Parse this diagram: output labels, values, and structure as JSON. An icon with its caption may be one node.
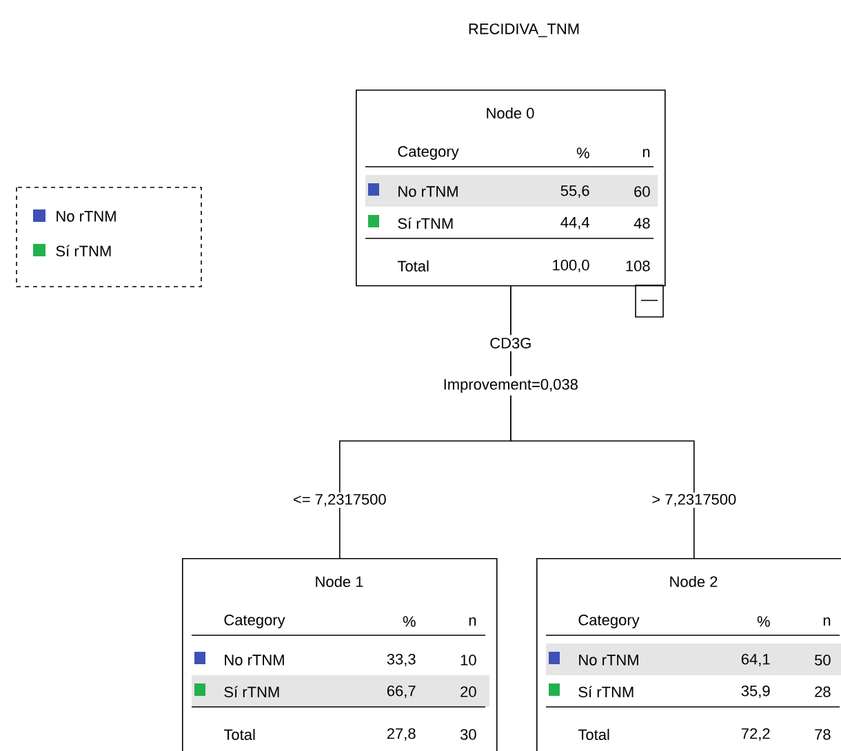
{
  "diagram": {
    "title": "RECIDIVA_TNM",
    "nodes": [
      {
        "text": [
          "Node 0",
          "Category",
          "%",
          "n",
          "No rTNM",
          "55,6",
          "60",
          "Sí rTNM",
          "44,4",
          "48",
          "Total",
          "100,0",
          "108"
        ]
      },
      {
        "text": [
          "Node 1",
          "Category",
          "%",
          "n",
          "No rTNM",
          "33,3",
          "10",
          "Sí rTNM",
          "66,7",
          "20",
          "Total",
          "27,8",
          "30"
        ]
      },
      {
        "text": [
          "Node 2",
          "Category",
          "%",
          "n",
          "No rTNM",
          "64,1",
          "50",
          "Sí rTNM",
          "35,9",
          "28",
          "Total",
          "72,2",
          "78"
        ]
      }
    ],
    "edges": [
      {
        "from": 0,
        "to": 1,
        "arrow": "none",
        "label": "<= 7,2317500"
      },
      {
        "from": 0,
        "to": 2,
        "arrow": "none",
        "label": "> 7,2317500"
      }
    ],
    "labels": [
      "CD3G",
      "Improvement=0,038"
    ],
    "legend": [
      {
        "text": "No rTNM",
        "color": "#3f51b5"
      },
      {
        "text": "Sí rTNM",
        "color": "#22b14c"
      }
    ]
  }
}
